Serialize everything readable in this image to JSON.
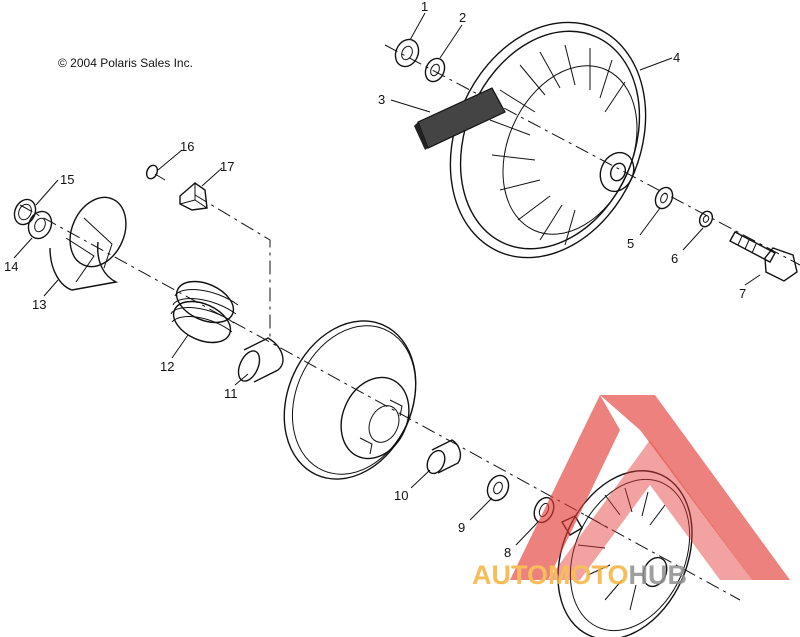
{
  "copyright": "© 2004 Polaris Sales Inc.",
  "watermark": {
    "text_part1": "AUTOMOTO",
    "text_part2": "HUB",
    "colors": {
      "logo_red": "#e23a34",
      "text_orange": "#f6b23c",
      "text_gray": "#8f8f8f"
    }
  },
  "callouts": [
    "1",
    "2",
    "3",
    "4",
    "5",
    "6",
    "7",
    "8",
    "9",
    "10",
    "11",
    "12",
    "13",
    "14",
    "15",
    "16",
    "17"
  ]
}
